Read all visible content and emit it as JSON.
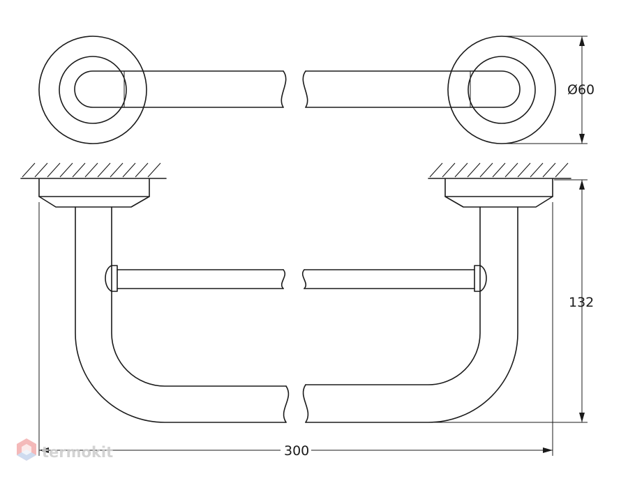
{
  "dimensions": {
    "diameter": "Ø60",
    "height": "132",
    "width": "300"
  },
  "watermark": {
    "text": "termokit",
    "accent_color": "#f3b2b2",
    "secondary_color": "#c9d8ee",
    "text_color": "#cfcfcf"
  }
}
